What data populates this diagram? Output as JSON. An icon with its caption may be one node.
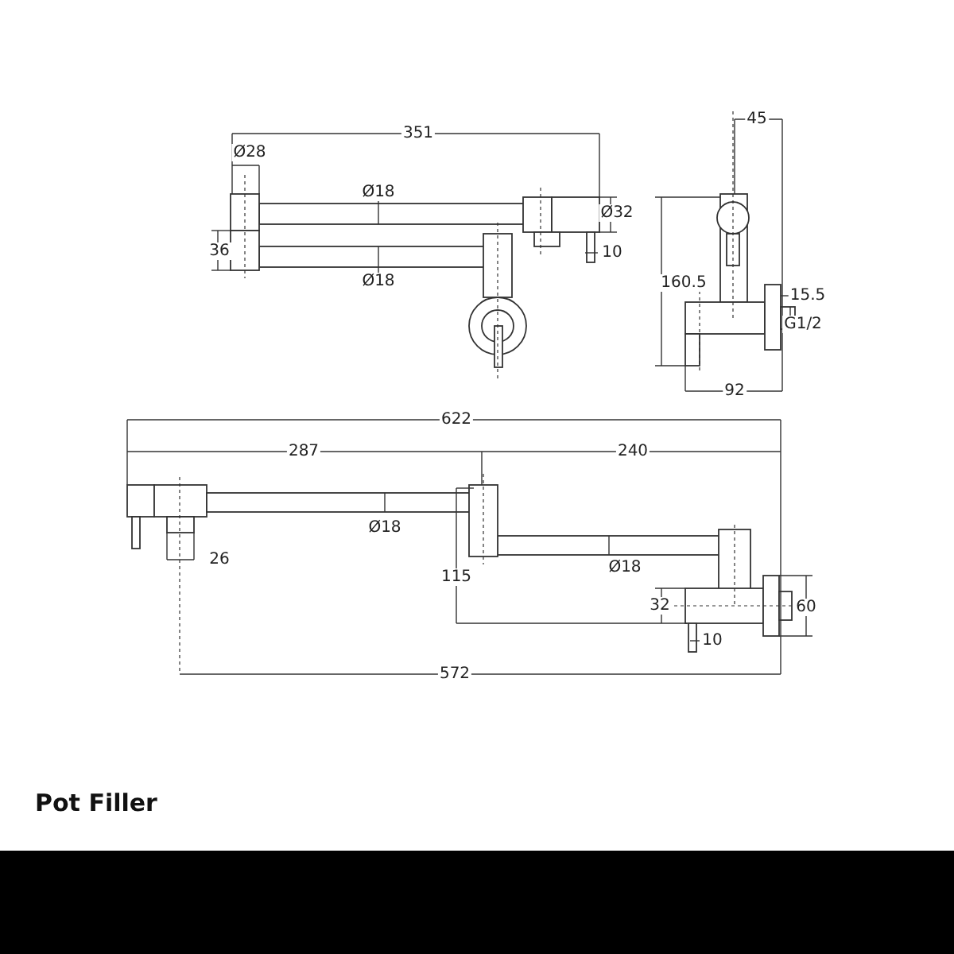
{
  "diagram": {
    "title": "Pot Filler",
    "labels": [
      "351",
      "Ø28",
      "45",
      "Ø18",
      "Ø32",
      "36",
      "10",
      "Ø18",
      "160.5",
      "15.5",
      "G1/2",
      "92",
      "622",
      "287",
      "240",
      "Ø18",
      "26",
      "115",
      "Ø18",
      "32",
      "60",
      "10",
      "572"
    ]
  }
}
